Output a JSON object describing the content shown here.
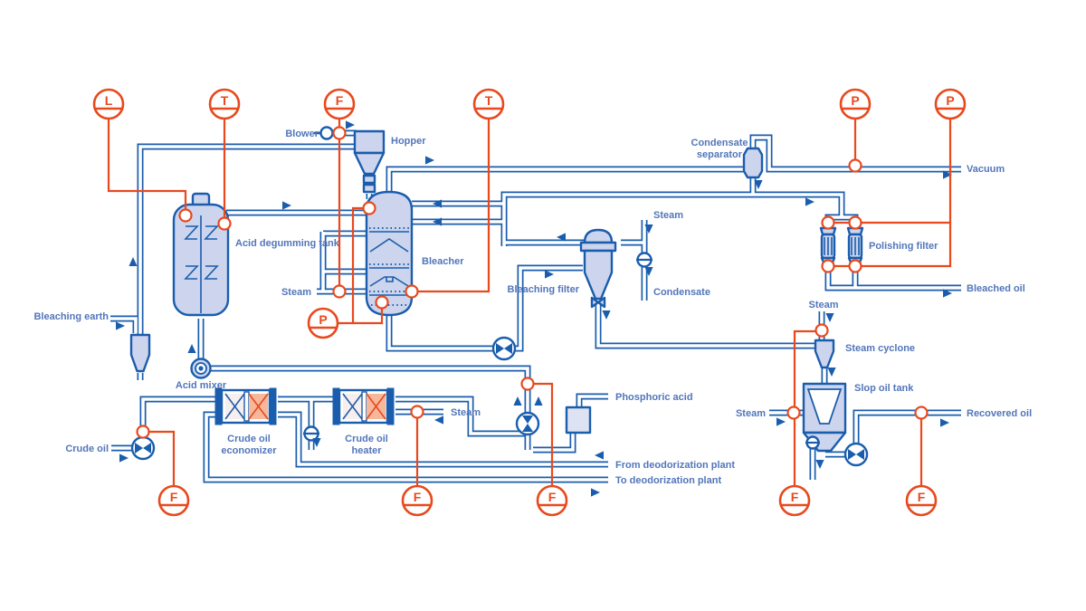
{
  "colors": {
    "pipe_blue": "#1a5dad",
    "equipment_fill": "#ccd5ed",
    "accent_orange": "#e8491d",
    "label_blue": "#5276ba",
    "heat_exchanger_hot_fill": "#f6b79b",
    "heat_exchanger_cold_fill": "#f7eeee"
  },
  "instruments": {
    "level_tank": "L",
    "temp_tank": "T",
    "flow_conveying": "F",
    "temp_bleacher": "T",
    "pressure_vacuum": "P",
    "pressure_polishing": "P",
    "pressure_bleacher": "P",
    "flow_crude": "F",
    "flow_heater_steam": "F",
    "flow_dosing": "F",
    "flow_slop_steam": "F",
    "flow_recovered": "F"
  },
  "labels": {
    "blower": "Blower",
    "hopper": "Hopper",
    "acid_degumming_tank": "Acid degumming tank",
    "bleacher": "Bleacher",
    "condensate_separator_1": "Condensate",
    "condensate_separator_2": "separator",
    "vacuum": "Vacuum",
    "steam_filter": "Steam",
    "condensate": "Condensate",
    "bleaching_filter": "Bleaching filter",
    "polishing_filter": "Polishing filter",
    "bleached_oil": "Bleached oil",
    "steam_cyclone_feed": "Steam",
    "steam_cyclone": "Steam cyclone",
    "slop_oil_tank": "Slop oil tank",
    "steam_slop": "Steam",
    "recovered_oil": "Recovered oil",
    "bleaching_earth": "Bleaching earth",
    "crude_oil": "Crude oil",
    "acid_mixer": "Acid mixer",
    "economizer_1": "Crude oil",
    "economizer_2": "economizer",
    "heater_1": "Crude oil",
    "heater_2": "heater",
    "steam_heater": "Steam",
    "phosphoric_acid": "Phosphoric acid",
    "from_deodorization": "From deodorization plant",
    "to_deodorization": "To deodorization plant"
  }
}
